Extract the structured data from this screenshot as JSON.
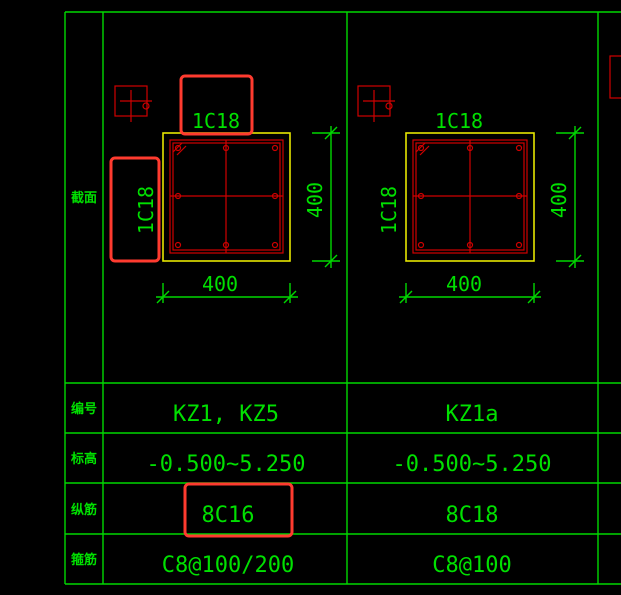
{
  "row_labels": [
    "截面",
    "编号",
    "标高",
    "纵筋",
    "箍筋"
  ],
  "columns": [
    {
      "section_top_label": "1C18",
      "section_side_label": "1C18",
      "section_width": "400",
      "section_height": "400",
      "id": "KZ1, KZ5",
      "elevation": "-0.500~5.250",
      "longitudinal": "8C16",
      "stirrup": "C8@100/200"
    },
    {
      "section_top_label": "1C18",
      "section_side_label": "1C18",
      "section_width": "400",
      "section_height": "400",
      "id": "KZ1a",
      "elevation": "-0.500~5.250",
      "longitudinal": "8C18",
      "stirrup": "C8@100"
    }
  ],
  "colors": {
    "grid": "#00d800",
    "section_outline": "#e6e600",
    "rebar": "#d00000",
    "highlight": "#ff3b2f"
  }
}
